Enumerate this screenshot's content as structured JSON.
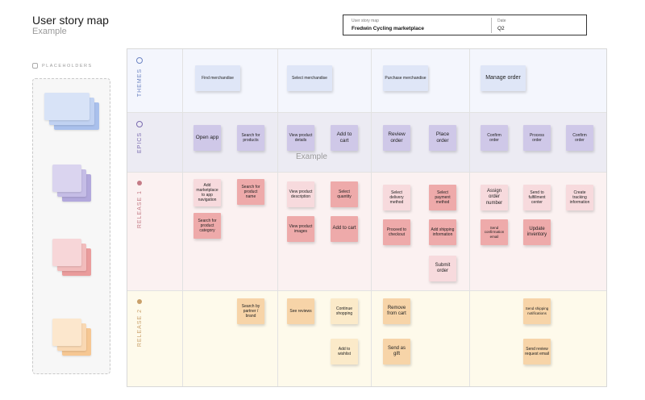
{
  "header": {
    "title": "User story map",
    "subtitle": "Example"
  },
  "info": {
    "map_label": "User story map",
    "map_value": "Fredwin Cycling marketplace",
    "date_label": "Date",
    "date_value": "Q2"
  },
  "placeholders": {
    "label": "PLACEHOLDERS"
  },
  "rows": [
    {
      "label": "THEMES",
      "icon": "star-icon",
      "color": "#6e86c4"
    },
    {
      "label": "EPICS",
      "icon": "gear-icon",
      "color": "#7b6bb0"
    },
    {
      "label": "RELEASE 1",
      "icon": "rocket-icon",
      "color": "#c47b86"
    },
    {
      "label": "RELEASE 2",
      "icon": "rocket-icon",
      "color": "#c9a06a"
    }
  ],
  "watermark": "Example",
  "stickies": [
    {
      "text": "Find merchandise",
      "color": "#dfe6f7"
    },
    {
      "text": "Select merchandise",
      "color": "#dfe6f7"
    },
    {
      "text": "Purchase merchandise",
      "color": "#dfe6f7"
    },
    {
      "text": "Manage order",
      "color": "#dfe6f7"
    },
    {
      "text": "Open app",
      "color": "#cfc8e8"
    },
    {
      "text": "Search for products",
      "color": "#cfc8e8"
    },
    {
      "text": "View product details",
      "color": "#cfc8e8"
    },
    {
      "text": "Add to cart",
      "color": "#cfc8e8"
    },
    {
      "text": "Review order",
      "color": "#cfc8e8"
    },
    {
      "text": "Place order",
      "color": "#cfc8e8"
    },
    {
      "text": "Confirm order",
      "color": "#cfc8e8"
    },
    {
      "text": "Process order",
      "color": "#cfc8e8"
    },
    {
      "text": "Confirm order",
      "color": "#cfc8e8"
    },
    {
      "text": "Add marketplace to app navigation",
      "color": "#f7dadd"
    },
    {
      "text": "Search for product name",
      "color": "#eeaaaa"
    },
    {
      "text": "Search for product category",
      "color": "#eeaaaa"
    },
    {
      "text": "View product description",
      "color": "#f7dadd"
    },
    {
      "text": "Select quantity",
      "color": "#eeaaaa"
    },
    {
      "text": "View product images",
      "color": "#eeaaaa"
    },
    {
      "text": "Add to cart",
      "color": "#eeaaaa"
    },
    {
      "text": "Select delivery method",
      "color": "#f7dadd"
    },
    {
      "text": "Select payment method",
      "color": "#eeaaaa"
    },
    {
      "text": "Proceed to checkout",
      "color": "#eeaaaa"
    },
    {
      "text": "Add shipping information",
      "color": "#eeaaaa"
    },
    {
      "text": "Submit order",
      "color": "#f7dadd"
    },
    {
      "text": "Assign order number",
      "color": "#f7dadd"
    },
    {
      "text": "Send to fulfillment center",
      "color": "#f7dadd"
    },
    {
      "text": "Create tracking information",
      "color": "#f7dadd"
    },
    {
      "text": "Send confirmation email",
      "color": "#eeaaaa"
    },
    {
      "text": "Update inventory",
      "color": "#eeaaaa"
    },
    {
      "text": "Search by partner / brand",
      "color": "#f7d4a8"
    },
    {
      "text": "See reviews",
      "color": "#f7d4a8"
    },
    {
      "text": "Continue shopping",
      "color": "#fbeac9"
    },
    {
      "text": "Add to wishlist",
      "color": "#fbeac9"
    },
    {
      "text": "Remove from cart",
      "color": "#f7d4a8"
    },
    {
      "text": "Send as gift",
      "color": "#f7d4a8"
    },
    {
      "text": "Send shipping notifications",
      "color": "#f7d4a8"
    },
    {
      "text": "Send review request email",
      "color": "#f7d4a8"
    }
  ]
}
